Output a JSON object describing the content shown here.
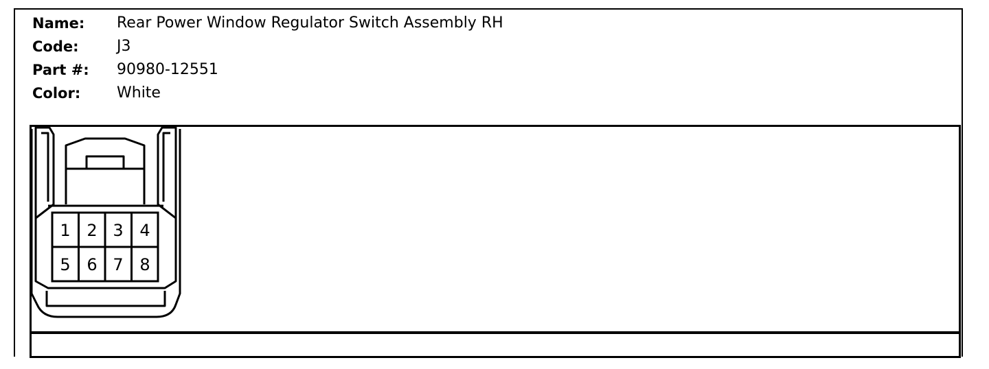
{
  "header": {
    "name_label": "Name:",
    "name_value": "Rear Power Window Regulator Switch Assembly RH",
    "code_label": "Code:",
    "code_value": "J3",
    "part_label": "Part #:",
    "part_value": "90980-12551",
    "color_label": "Color:",
    "color_value": "White"
  },
  "connector": {
    "pins_row1": [
      "1",
      "2",
      "3",
      "4"
    ],
    "pins_row2": [
      "5",
      "6",
      "7",
      "8"
    ]
  }
}
